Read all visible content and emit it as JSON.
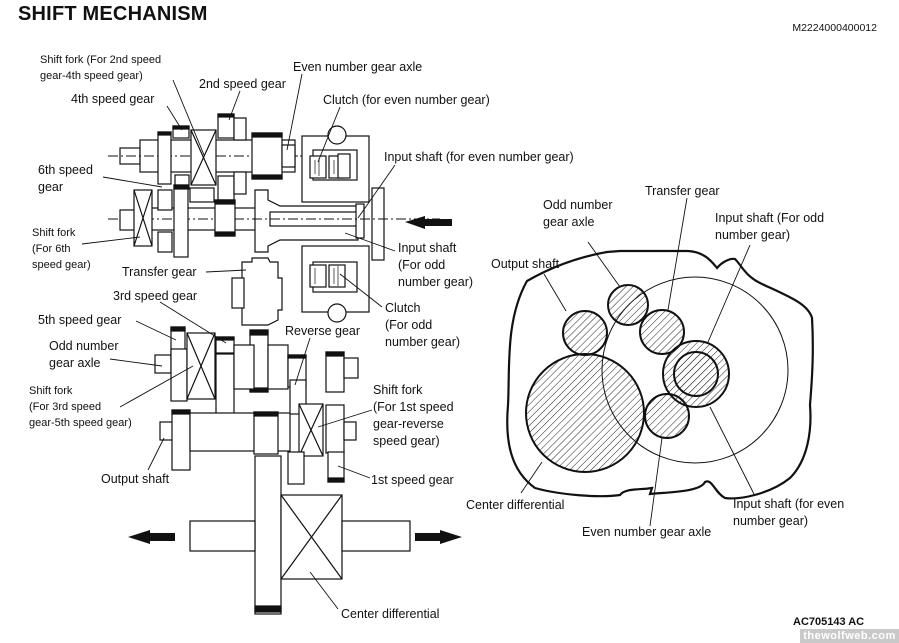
{
  "header": {
    "title": "SHIFT MECHANISM",
    "document_id": "M2224000400012"
  },
  "footer": {
    "figure_id": "AC705143 AC",
    "watermark": "thewolfweb.com"
  },
  "side_view": {
    "labels": {
      "shift_fork_2nd_4th": "Shift fork (For 2nd speed\ngear-4th speed gear)",
      "gear_2nd": "2nd speed gear",
      "even_axle": "Even number gear axle",
      "gear_4th": "4th speed gear",
      "clutch_even": "Clutch (for even number gear)",
      "input_shaft_even": "Input shaft (for even number gear)",
      "gear_6th": "6th speed\ngear",
      "shift_fork_6th": "Shift fork\n(For 6th\nspeed gear)",
      "input_shaft_odd": "Input shaft\n(For odd\nnumber gear)",
      "transfer_gear": "Transfer gear",
      "gear_3rd": "3rd speed gear",
      "clutch_odd": "Clutch\n(For odd\nnumber gear)",
      "gear_5th": "5th speed gear",
      "reverse_gear": "Reverse gear",
      "odd_axle": "Odd number\ngear axle",
      "shift_fork_3rd_5th": "Shift fork\n(For 3rd speed\ngear-5th speed gear)",
      "shift_fork_1st_rev": "Shift fork\n(For 1st speed\ngear-reverse\nspeed gear)",
      "output_shaft": "Output shaft",
      "gear_1st": "1st speed gear",
      "center_diff": "Center differential"
    },
    "arrows": {
      "input_direction": "left",
      "output_directions": [
        "left",
        "right"
      ]
    }
  },
  "end_view": {
    "labels": {
      "transfer_gear": "Transfer gear",
      "odd_axle": "Odd number\ngear axle",
      "input_shaft_odd": "Input shaft (For odd\nnumber gear)",
      "output_shaft": "Output shaft",
      "center_diff": "Center differential",
      "input_shaft_even": "Input shaft (for even\nnumber gear)",
      "even_axle": "Even number gear axle"
    }
  }
}
